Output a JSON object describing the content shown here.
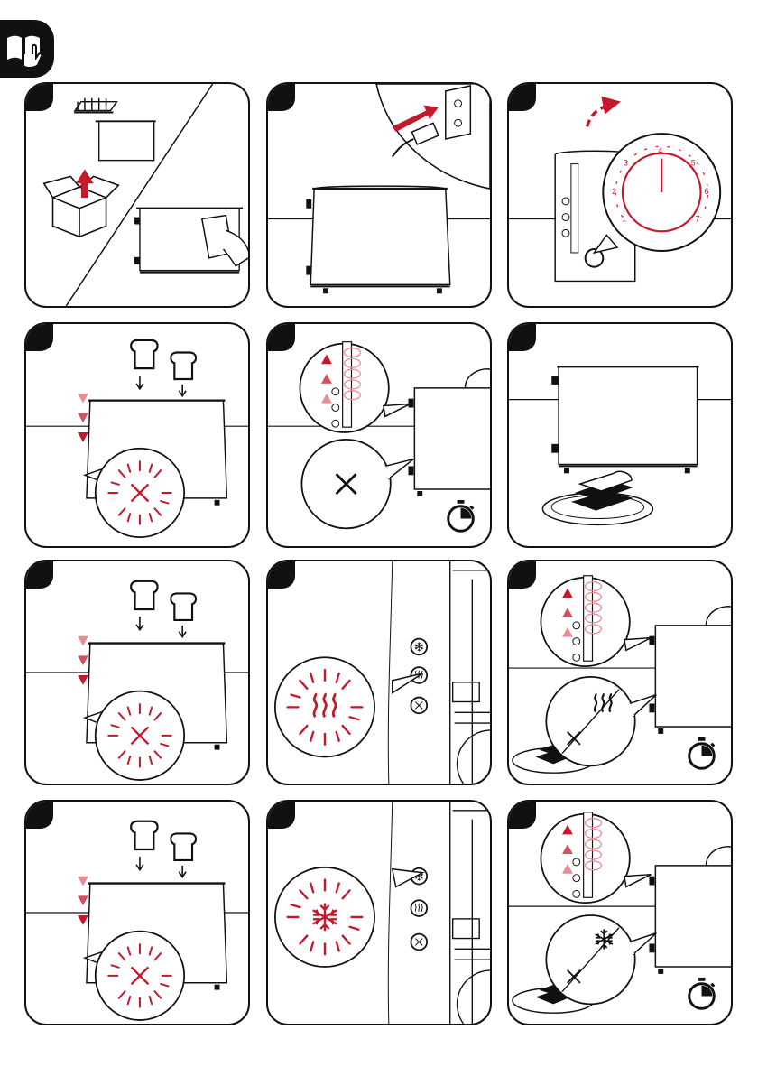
{
  "colors": {
    "accent": "#c4182b",
    "ink": "#111111",
    "light_red": "#e88c96"
  },
  "corner_icon": "manual-touch-icon",
  "dial": {
    "numbers": [
      "1",
      "2",
      "3",
      "4",
      "5",
      "6",
      "7"
    ]
  },
  "panels": [
    {
      "id": "unpack-and-clean",
      "icons": [
        "box-icon",
        "rack-icon",
        "toaster-icon",
        "cloth-hand-icon"
      ]
    },
    {
      "id": "plug-in",
      "icons": [
        "plug-icon",
        "socket-icon",
        "toaster-icon"
      ]
    },
    {
      "id": "set-browning-dial",
      "icons": [
        "toaster-icon",
        "dial-icon",
        "arrow-icon"
      ]
    },
    {
      "id": "insert-bread-toast",
      "icons": [
        "bread-icon",
        "lever-down-icon",
        "flashing-light-icon"
      ]
    },
    {
      "id": "cancel-toasting",
      "icons": [
        "lever-up-icon",
        "cancel-icon",
        "timer-icon"
      ]
    },
    {
      "id": "remove-toast",
      "icons": [
        "toaster-icon",
        "plate-toast-icon"
      ]
    },
    {
      "id": "insert-bread-reheat",
      "icons": [
        "bread-icon",
        "lever-down-icon",
        "flashing-light-icon"
      ]
    },
    {
      "id": "reheat-button",
      "icons": [
        "reheat-icon",
        "button-panel-icon"
      ]
    },
    {
      "id": "reheat-finished",
      "icons": [
        "lever-up-icon",
        "reheat-cancel-icon",
        "timer-icon"
      ]
    },
    {
      "id": "insert-bread-defrost",
      "icons": [
        "bread-icon",
        "lever-down-icon",
        "flashing-light-icon"
      ]
    },
    {
      "id": "defrost-button",
      "icons": [
        "defrost-icon",
        "button-panel-icon"
      ]
    },
    {
      "id": "defrost-finished",
      "icons": [
        "lever-up-icon",
        "defrost-cancel-icon",
        "timer-icon"
      ]
    }
  ]
}
